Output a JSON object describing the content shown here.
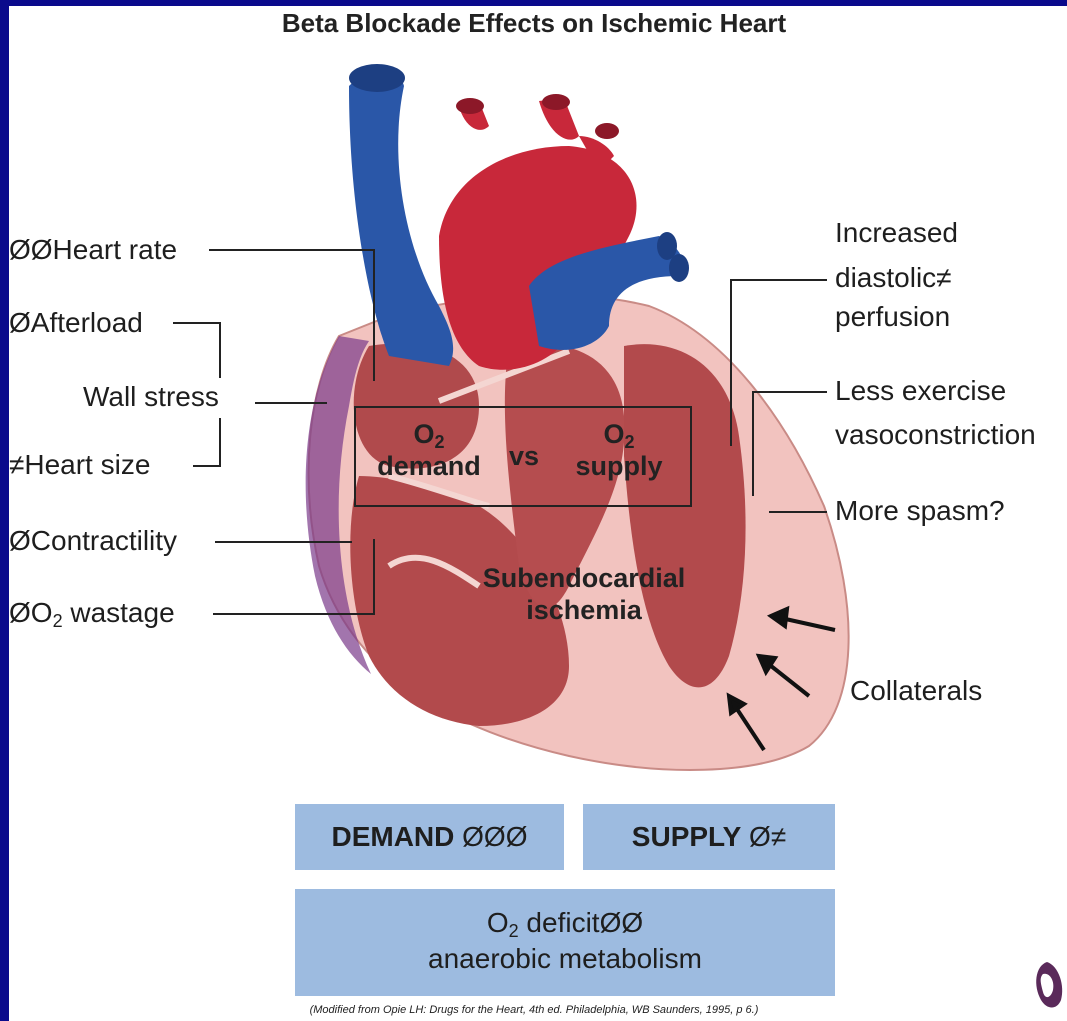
{
  "title": "Beta Blockade Effects on Ischemic Heart",
  "left_labels": {
    "heart_rate": "ØØHeart rate",
    "afterload": "ØAfterload",
    "wall_stress": "Wall stress",
    "heart_size": "≠Heart size",
    "contractility": "ØContractility",
    "o2_wastage_prefix": "ØO",
    "o2_wastage_sub": "2",
    "o2_wastage_suffix": " wastage"
  },
  "right_labels": {
    "increased": "Increased",
    "diastolic": "diastolic≠",
    "perfusion": "perfusion",
    "less_exercise": "Less exercise",
    "vasoconstriction": "vasoconstriction",
    "more_spasm": "More spasm?",
    "collaterals": "Collaterals"
  },
  "center": {
    "o2_left": "O",
    "o2_left_sub": "2",
    "demand": "demand",
    "vs": "vs",
    "o2_right": "O",
    "o2_right_sub": "2",
    "supply": "supply",
    "ischemia_line1": "Subendocardial",
    "ischemia_line2": "ischemia"
  },
  "boxes": {
    "demand_label": "DEMAND",
    "demand_symbols": "ØØØ",
    "supply_label": "SUPPLY",
    "supply_symbols": "Ø≠",
    "deficit_prefix": "O",
    "deficit_sub": "2",
    "deficit_suffix": " deficitØØ",
    "metabolism": "anaerobic metabolism"
  },
  "citation": "(Modified from Opie LH: Drugs for the Heart, 4th ed. Philadelphia, WB Saunders, 1995, p 6.)",
  "colors": {
    "background": "#0a0a8c",
    "panel": "#ffffff",
    "box_fill": "#9dbbe0",
    "vein_blue": "#2a57a8",
    "artery_red": "#c8283a",
    "myocardium": "#b5474a",
    "pericardium_pink": "#f2c3bf"
  }
}
